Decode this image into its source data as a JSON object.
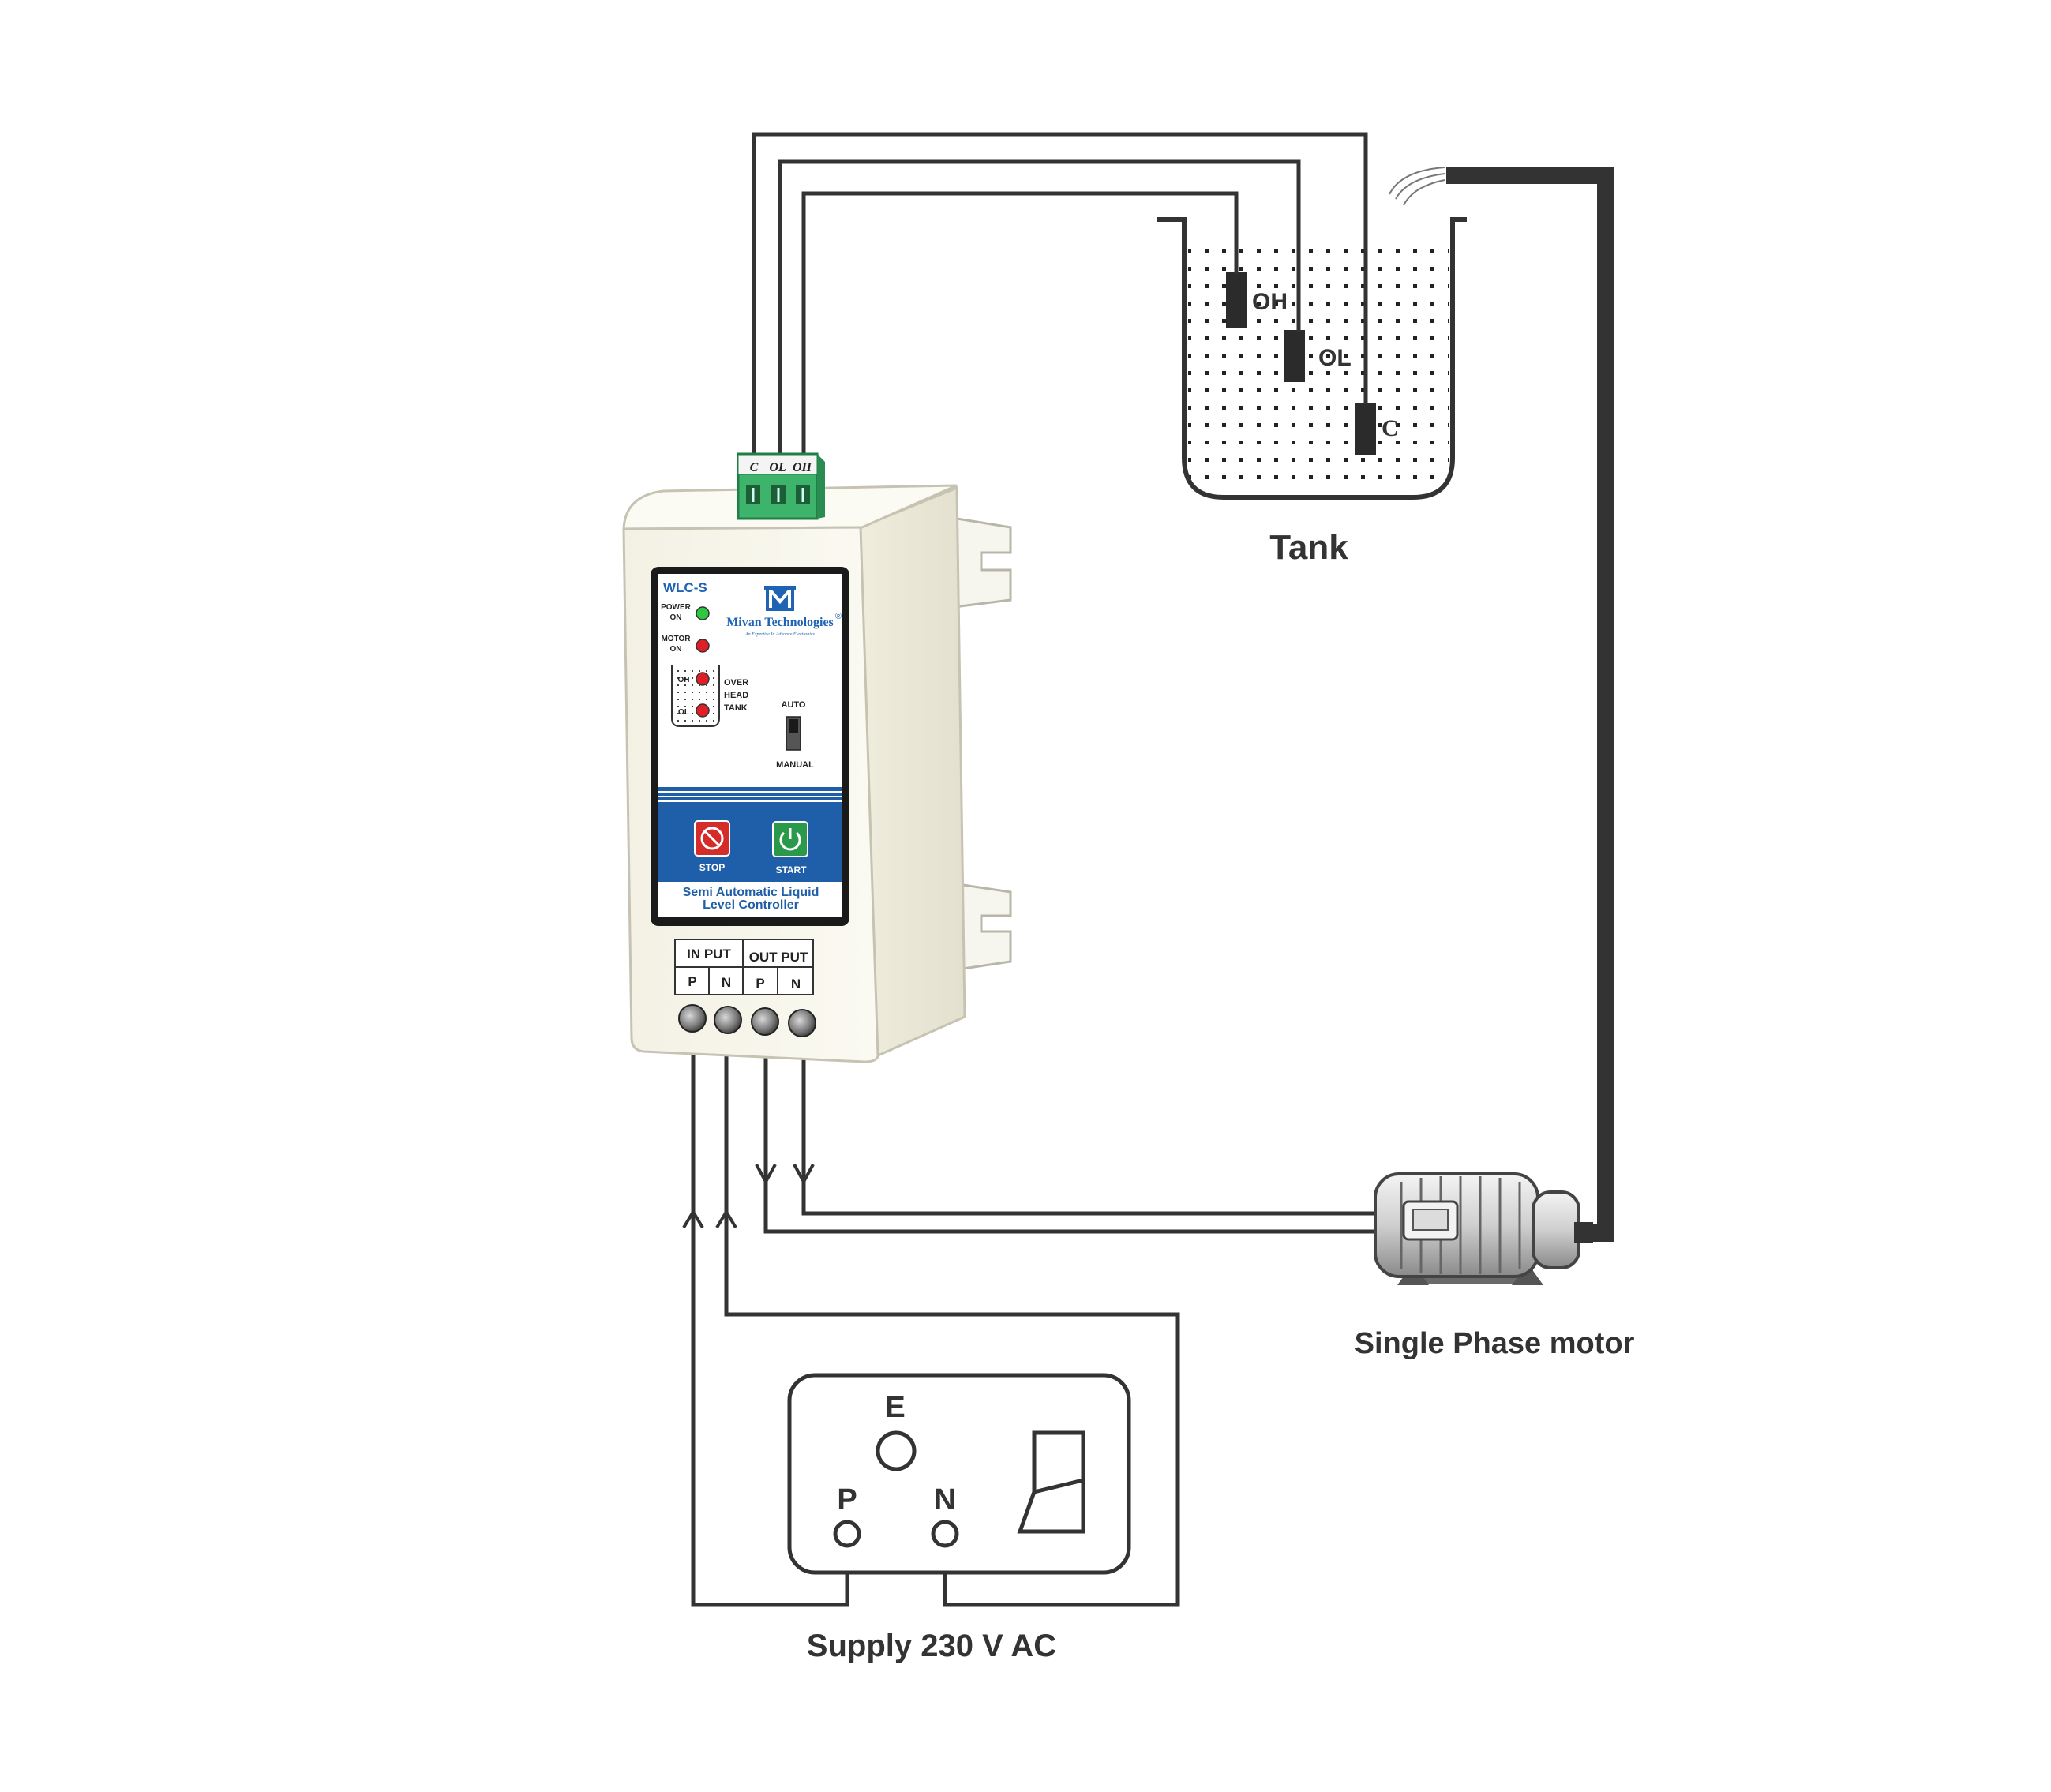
{
  "colors": {
    "ink": "#333333",
    "brand_blue": "#1e63b4",
    "panel_blue": "#1f5ea8",
    "terminal_green": "#3db36b",
    "led_green": "#2ec840",
    "led_red": "#e01e25",
    "stop_red": "#d42b2b",
    "start_green": "#2a9a4a",
    "enclosure": "#f6f4ea"
  },
  "tank": {
    "label": "Tank",
    "probes": {
      "oh": "OH",
      "ol": "OL",
      "c": "C"
    }
  },
  "motor": {
    "label": "Single Phase motor"
  },
  "supply": {
    "label": "Supply 230 V AC",
    "socket": {
      "e": "E",
      "p": "P",
      "n": "N"
    }
  },
  "controller": {
    "model": "WLC-S",
    "brand": "Mivan Technologies",
    "brand_mark": "®",
    "tagline": "An Expertise In Advance Electronics",
    "terminal_labels": [
      "C",
      "OL",
      "OH"
    ],
    "indicators": {
      "power_on": [
        "POWER",
        "ON"
      ],
      "motor_on": [
        "MOTOR",
        "ON"
      ],
      "tank_oh": "OH",
      "tank_ol": "OL",
      "tank_label": [
        "OVER",
        "HEAD",
        "TANK"
      ]
    },
    "mode_switch": {
      "auto": "AUTO",
      "manual": "MANUAL"
    },
    "buttons": {
      "stop": "STOP",
      "start": "START"
    },
    "product_name": [
      "Semi Automatic Liquid",
      "Level Controller"
    ],
    "io": {
      "input_label": "IN PUT",
      "output_label": "OUT PUT",
      "pins": [
        "P",
        "N",
        "P",
        "N"
      ]
    }
  }
}
